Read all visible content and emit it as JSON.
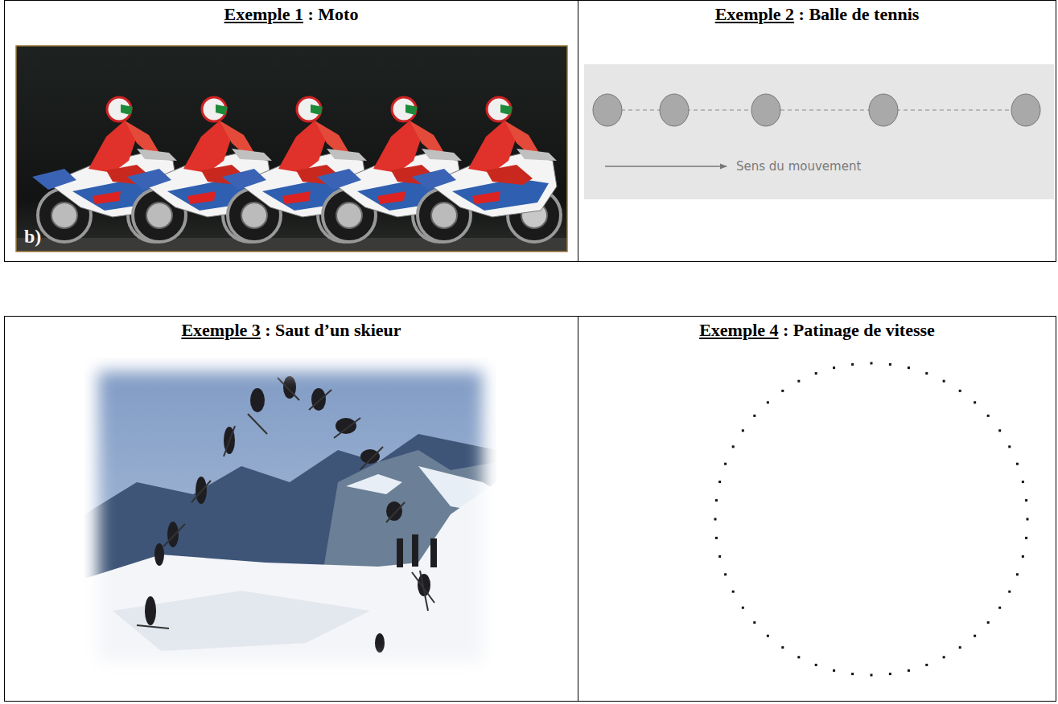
{
  "diagram": {
    "nodes": [
      {
        "text": [
          "Exemple 1",
          ": Moto"
        ]
      },
      {
        "text": [
          "Exemple 2",
          ": Balle de tennis"
        ]
      },
      {
        "text": [
          "Exemple 3",
          ": Saut d’un skieur"
        ]
      },
      {
        "text": [
          "Exemple 4",
          ": Patinage de vitesse"
        ]
      }
    ],
    "labels": [
      "b)",
      "Sens du mouvement"
    ]
  }
}
